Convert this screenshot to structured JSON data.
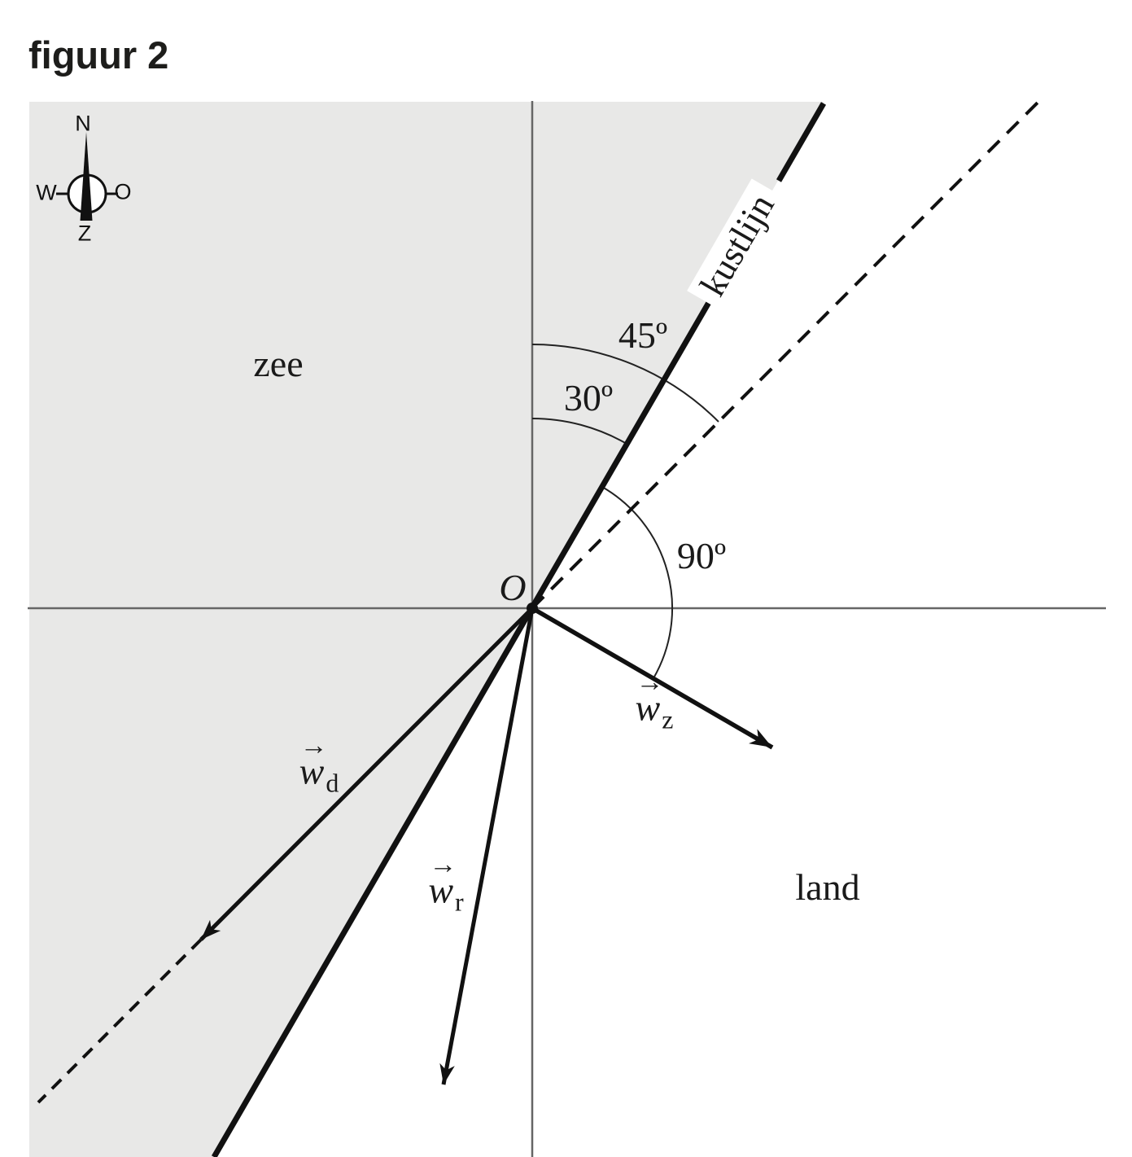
{
  "title": "figuur 2",
  "compass": {
    "north": "N",
    "east": "O",
    "south": "Z",
    "west": "W"
  },
  "labels": {
    "sea": "zee",
    "land": "land",
    "origin": "O",
    "coastline": "kustlijn"
  },
  "angles": {
    "wind_from_north": "45º",
    "coast_from_north": "30º",
    "coast_to_wz": "90º"
  },
  "vectors": {
    "wd": {
      "symbol": "w",
      "subscript": "d",
      "arrow_glyph": "→"
    },
    "wr": {
      "symbol": "w",
      "subscript": "r",
      "arrow_glyph": "→"
    },
    "wz": {
      "symbol": "w",
      "subscript": "z",
      "arrow_glyph": "→"
    }
  },
  "colors": {
    "sea_fill": "#e8e8e7",
    "axis_gray": "#666666",
    "ink": "#111111",
    "background": "#ffffff"
  }
}
